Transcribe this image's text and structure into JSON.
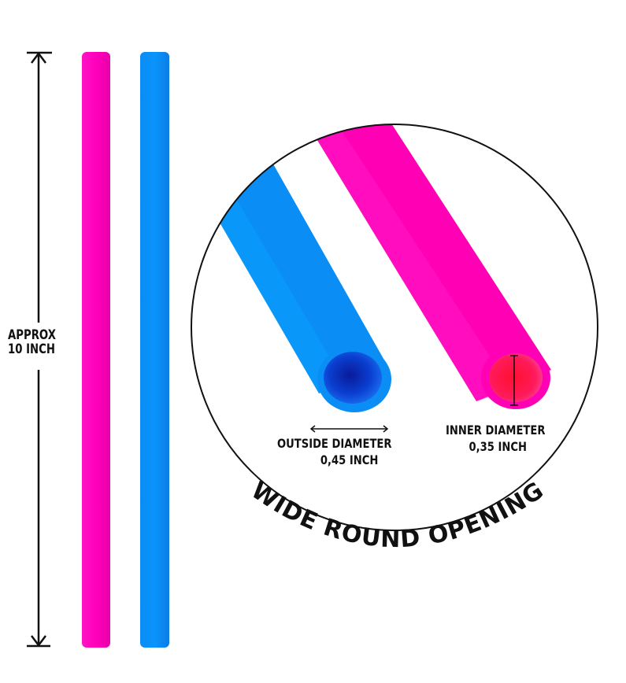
{
  "graphic": {
    "length_label_line1": "Approx",
    "length_label_line2": "10 inch",
    "outside_label": "Outside diameter",
    "outside_value": "0,45 inch",
    "inner_label": "Inner diameter",
    "inner_value": "0,35 inch",
    "banner": "WIDE ROUND OPENING"
  },
  "colors": {
    "pink": "#ff00bb",
    "blue": "#0a8ff5",
    "blue_dark": "#0a3fd0",
    "pink_inner": "#ff1a4a",
    "line": "#111111"
  }
}
